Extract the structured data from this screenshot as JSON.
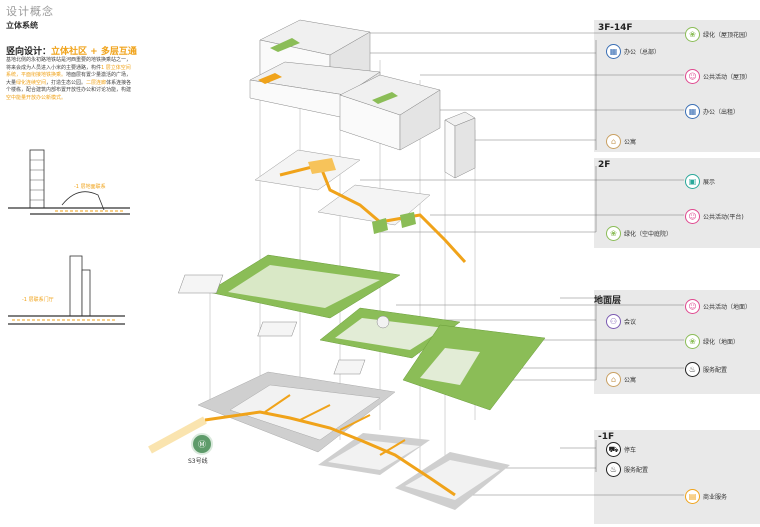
{
  "header": {
    "title": "设计概念",
    "subtitle": "立体系统"
  },
  "concept": {
    "heading": "竖向设计：",
    "keyword": "立体社区 + 多层互通",
    "desc_1": "基地北侧的永初路地铁站是河西重要的地铁换乘站之一，将来会成为人员进入小米的主要通路，构件",
    "desc_hl_1": "1 层立体空间系统，平面衔接地铁换乘。",
    "desc_2": "地面层有置少量激活的广场，大量",
    "desc_hl_2": "绿化连续空间",
    "desc_3": "，打造生态公园。",
    "desc_hl_3": "二层连廊",
    "desc_4": "体系连接各个楼栋，配合建筑内部布置开放性办公和讨论功能，构建",
    "desc_hl_4": "空中能量开放办公新模式。"
  },
  "sections": {
    "label_1": "-1 层地面联系",
    "label_2": "-1 层联系门厅"
  },
  "metro": {
    "label": "S3号线",
    "icon": "metro-icon"
  },
  "levels": [
    {
      "name": "3F-14F",
      "items": [
        {
          "label": "绿化（屋顶花园）",
          "icon": "greenery-icon",
          "color": "#8bbd57"
        },
        {
          "label": "办公（总部）",
          "icon": "office-icon",
          "color": "#3a6fb5"
        },
        {
          "label": "公共活动（屋顶）",
          "icon": "activity-icon",
          "color": "#e0488f"
        },
        {
          "label": "办公（出租）",
          "icon": "office-icon",
          "color": "#3a6fb5"
        },
        {
          "label": "公寓",
          "icon": "apartment-icon",
          "color": "#c9a062"
        }
      ]
    },
    {
      "name": "2F",
      "items": [
        {
          "label": "展示",
          "icon": "exhibit-icon",
          "color": "#2aa89a"
        },
        {
          "label": "公共活动(平台)",
          "icon": "activity-icon",
          "color": "#e0488f"
        },
        {
          "label": "绿化（空中庭院）",
          "icon": "greenery-icon",
          "color": "#8bbd57"
        }
      ]
    },
    {
      "name": "地面层",
      "items": [
        {
          "label": "公共活动（地面）",
          "icon": "activity-icon",
          "color": "#e0488f"
        },
        {
          "label": "会议",
          "icon": "meeting-icon",
          "color": "#7b5ab2"
        },
        {
          "label": "绿化（地面）",
          "icon": "greenery-icon",
          "color": "#8bbd57"
        },
        {
          "label": "服务配置",
          "icon": "service-icon",
          "color": "#222222"
        },
        {
          "label": "公寓",
          "icon": "apartment-icon",
          "color": "#c9a062"
        }
      ]
    },
    {
      "name": "-1F",
      "items": [
        {
          "label": "停车",
          "icon": "parking-icon",
          "color": "#222222"
        },
        {
          "label": "服务配置",
          "icon": "service-icon",
          "color": "#222222"
        },
        {
          "label": "商业服务",
          "icon": "commerce-icon",
          "color": "#f0a31a"
        }
      ]
    }
  ],
  "colors": {
    "accent": "#f0a31a",
    "green": "#8bbd57",
    "panel": "#e9e9e9"
  }
}
